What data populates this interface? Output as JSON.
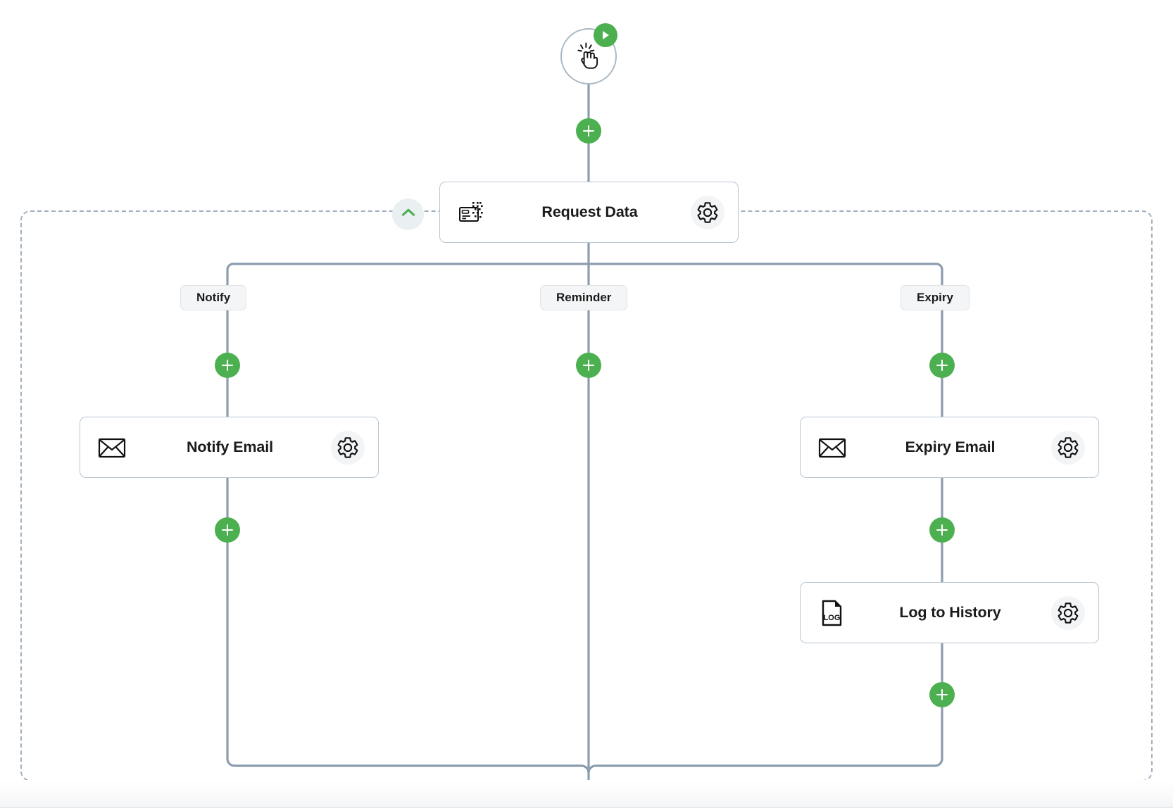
{
  "canvas": {
    "background_color": "#ffffff",
    "wire_color": "#8c9daf",
    "accent_green": "#4caf50",
    "node_border_color": "#b9c6d2",
    "dashed_border_color": "#9fb0c0"
  },
  "trigger": {
    "name": "manual-trigger",
    "icon": "hand-click-icon",
    "badge_icon": "play-icon",
    "badge_color": "#4caf50"
  },
  "group": {
    "name": "branch-group",
    "collapse_icon": "chevron-up-icon",
    "collapse_color": "#4caf50"
  },
  "nodes": [
    {
      "id": "request-data",
      "title": "Request Data",
      "icon": "data-card-icon",
      "gear_icon": "gear-icon"
    },
    {
      "id": "notify-email",
      "title": "Notify Email",
      "icon": "envelope-icon",
      "gear_icon": "gear-icon"
    },
    {
      "id": "expiry-email",
      "title": "Expiry Email",
      "icon": "envelope-icon",
      "gear_icon": "gear-icon"
    },
    {
      "id": "log-to-history",
      "title": "Log to History",
      "icon": "log-document-icon",
      "gear_icon": "gear-icon"
    }
  ],
  "branches": [
    {
      "id": "notify",
      "label": "Notify"
    },
    {
      "id": "reminder",
      "label": "Reminder"
    },
    {
      "id": "expiry",
      "label": "Expiry"
    }
  ],
  "add_buttons": [
    {
      "id": "add-after-trigger",
      "icon": "plus-icon"
    },
    {
      "id": "add-notify-branch",
      "icon": "plus-icon"
    },
    {
      "id": "add-reminder-branch",
      "icon": "plus-icon"
    },
    {
      "id": "add-expiry-branch",
      "icon": "plus-icon"
    },
    {
      "id": "add-after-notify-email",
      "icon": "plus-icon"
    },
    {
      "id": "add-after-expiry-email",
      "icon": "plus-icon"
    },
    {
      "id": "add-after-log",
      "icon": "plus-icon"
    }
  ]
}
